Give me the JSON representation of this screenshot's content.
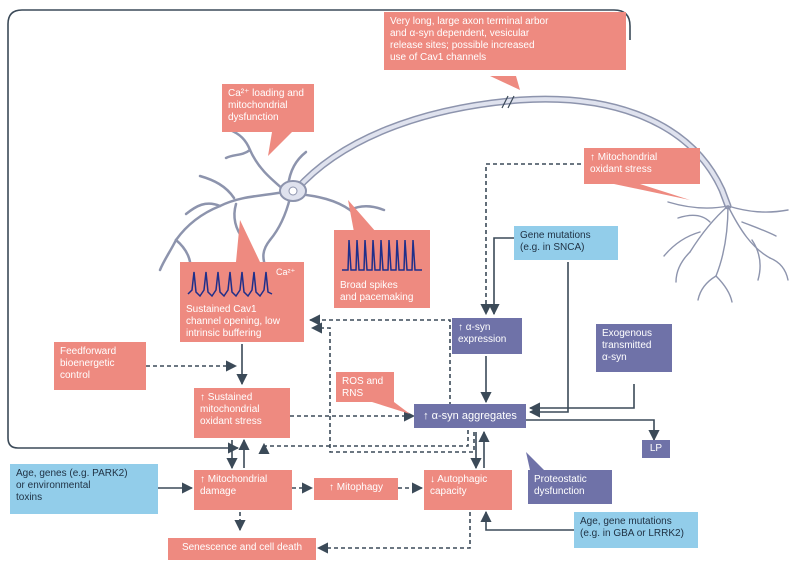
{
  "labels": {
    "axon_callout": [
      "Very long, large axon terminal arbor",
      "and α-syn dependent, vesicular",
      "release sites; possible increased",
      "use of Cav1 channels"
    ],
    "ca_loading": [
      "Ca²⁺ loading and",
      "mitochondrial",
      "dysfunction"
    ],
    "mito_oxidant_top": [
      "↑ Mitochondrial",
      "oxidant stress"
    ],
    "gene_mutations": [
      "Gene mutations",
      "(e.g. in SNCA)"
    ],
    "broad_spikes": [
      "Broad spikes",
      "and pacemaking"
    ],
    "ca_superscript": "Ca²⁺",
    "sustained_cav1": [
      "Sustained Cav1",
      "channel opening, low",
      "intrinsic buffering"
    ],
    "asyn_expression": [
      "↑ α-syn",
      "expression"
    ],
    "exogenous": [
      "Exogenous",
      "transmitted",
      "α-syn"
    ],
    "feedforward": [
      "Feedforward",
      "bioenergetic",
      "control"
    ],
    "ros_rns": [
      "ROS and",
      "RNS"
    ],
    "sustained_mito": [
      "↑ Sustained",
      "mitochondrial",
      "oxidant stress"
    ],
    "asyn_aggregates": "↑ α-syn aggregates",
    "lp": "LP",
    "age_genes_env": [
      "Age, genes (e.g. PARK2)",
      "or environmental",
      "toxins"
    ],
    "mito_damage": [
      "↑ Mitochondrial",
      "damage"
    ],
    "mitophagy": "↑ Mitophagy",
    "autophagic": [
      "↓ Autophagic",
      "capacity"
    ],
    "proteostatic": [
      "Proteostatic",
      "dysfunction"
    ],
    "age_gene_mutations": [
      "Age, gene mutations",
      "(e.g. in GBA or LRRK2)"
    ],
    "senescence": "Senescence and cell death"
  },
  "colors": {
    "salmon": "#ee8a80",
    "blue": "#92cdea",
    "purple": "#6f72a8",
    "arrow": "#3b4a58",
    "neuron_fill": "#dfe2ee",
    "neuron_stroke": "#8d94ad",
    "trace": "#1f2f8a"
  }
}
